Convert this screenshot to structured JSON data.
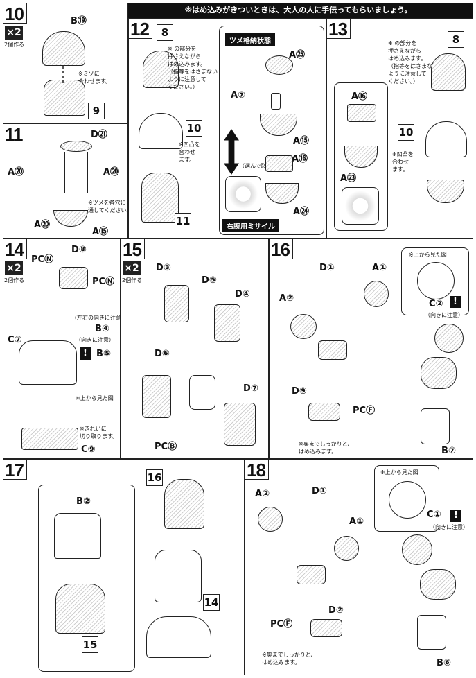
{
  "banner": "※はめ込みがきついときは、大人の人に手伝ってもらいましょう。",
  "steps": {
    "s10": {
      "num": "10",
      "mult": "×2",
      "multsub": "2個作る",
      "parts": [
        "B⑲"
      ],
      "ref": "9",
      "note": "※ミゾに\n合わせます。"
    },
    "s11": {
      "num": "11",
      "parts": [
        "D㉑",
        "A⑳",
        "A⑳",
        "A⑳",
        "A⑮"
      ],
      "note": "※ツメを各穴に\n通してください。"
    },
    "s12": {
      "num": "12",
      "ref_top": "8",
      "ref_mid": "10",
      "ref_bot": "11",
      "note1": "※ の部分を\n押さえながら\nはめ込みます。\n（指等をはさまない\nように注意して\nください。）",
      "note2": "※凹凸を\n合わせ\nます。",
      "box_title": "ツメ格納状態",
      "box_note": "（選んで取り付ける）",
      "box_parts": [
        "A㉕",
        "A⑦",
        "A⑮",
        "A⑯",
        "A㉔"
      ],
      "box_caption": "右腕用ミサイル"
    },
    "s13": {
      "num": "13",
      "ref_top": "8",
      "ref_mid": "10",
      "note1": "※ の部分を\n押さえながら\nはめ込みます。\n（指等をはさまない\nように注意して\nください。）",
      "note2": "※凹凸を\n合わせ\nます。",
      "parts": [
        "A⑯",
        "A㉓"
      ]
    },
    "s14": {
      "num": "14",
      "mult": "×2",
      "multsub": "2個作る",
      "parts": [
        "PCⓃ",
        "D⑧",
        "PCⓃ",
        "B④",
        "B⑤",
        "C⑦",
        "C⑨"
      ],
      "note_dir": "（左右の向きに注意）",
      "note_dir2": "（向きに注意）",
      "note_top": "※上から見た図",
      "note_cut": "※きれいに\n切り取ります。"
    },
    "s15": {
      "num": "15",
      "mult": "×2",
      "multsub": "2個作る",
      "parts": [
        "D③",
        "D⑤",
        "D④",
        "D⑥",
        "D⑦",
        "PCⒷ"
      ]
    },
    "s16": {
      "num": "16",
      "parts": [
        "D①",
        "A①",
        "A②",
        "D⑨",
        "PCⒻ",
        "C②",
        "B⑦"
      ],
      "note_top": "※上から見た図",
      "note_dir": "（向きに注意）",
      "note_push": "※奥までしっかりと、\nはめ込みます。"
    },
    "s17": {
      "num": "17",
      "parts": [
        "B②"
      ],
      "ref_top": "16",
      "ref_mid": "15",
      "ref_bot": "14"
    },
    "s18": {
      "num": "18",
      "parts": [
        "A②",
        "D①",
        "A①",
        "PCⒻ",
        "D②",
        "C①",
        "B⑥"
      ],
      "note_top": "※上から見た図",
      "note_dir": "（向きに注意）",
      "note_push": "※奥までしっかりと、\nはめ込みます。"
    }
  }
}
